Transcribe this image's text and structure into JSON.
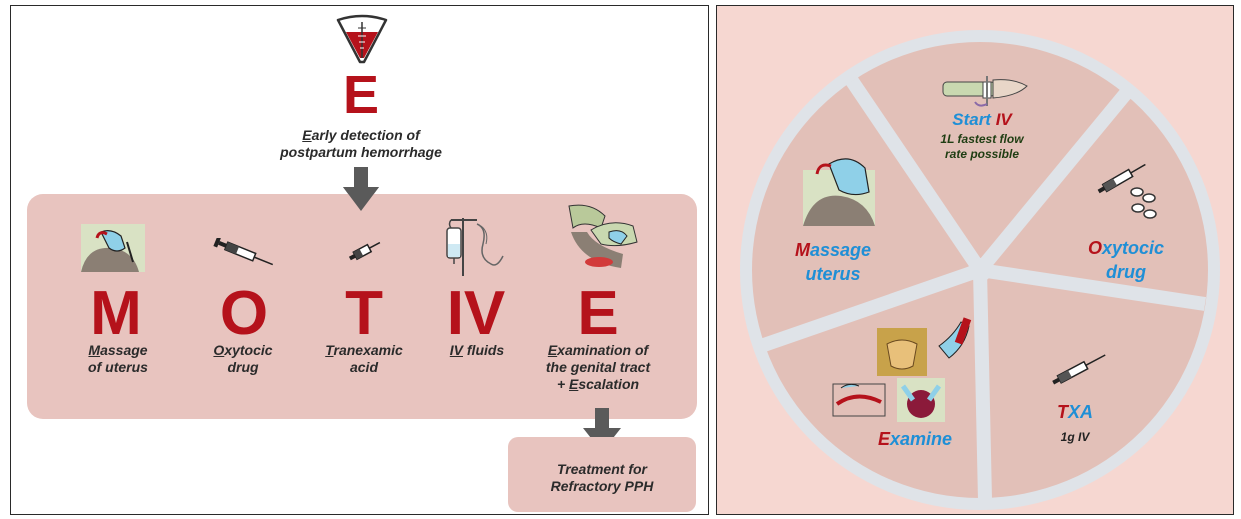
{
  "colors": {
    "red": "#b5121b",
    "blue": "#1f8fd6",
    "band": "#e8c4bf",
    "circle_bg": "#f6d7d1",
    "slice": "#e2c0b8",
    "arrow": "#5a5a5a"
  },
  "top": {
    "icon": "blood-collection-drape-icon",
    "letter": "E",
    "caption_lead": "E",
    "caption_rest": "arly detection of",
    "caption_line2": "postpartum hemorrhage"
  },
  "motive": [
    {
      "letter": "M",
      "icon": "uterine-massage-icon",
      "lead": "M",
      "rest": "assage",
      "line2": "of uterus",
      "line3": ""
    },
    {
      "letter": "O",
      "icon": "syringe-icon",
      "lead": "O",
      "rest": "xytocic",
      "line2": "drug",
      "line3": ""
    },
    {
      "letter": "T",
      "icon": "small-syringe-icon",
      "lead": "T",
      "rest": "ranexamic",
      "line2": "acid",
      "line3": ""
    },
    {
      "letter": "IV",
      "icon": "iv-drip-icon",
      "lead": "IV",
      "rest": " fluids",
      "line2": "",
      "line3": ""
    },
    {
      "letter": "E",
      "icon": "genital-exam-icon",
      "lead": "E",
      "rest": "xamination of",
      "line2": "the genital tract",
      "line3_pre": "+ ",
      "line3_lead": "E",
      "line3_rest": "scalation"
    }
  ],
  "refractory": {
    "line1": "Treatment for",
    "line2": "Refractory PPH"
  },
  "wheel": {
    "start_iv": {
      "lead": "Start ",
      "accent": "IV",
      "sub1": "1L fastest flow",
      "sub2": "rate possible"
    },
    "oxytocic": {
      "lead": "O",
      "rest": "xytocic",
      "line2": "drug"
    },
    "txa": {
      "lead": "T",
      "rest": "XA",
      "sub": "1g IV"
    },
    "examine": {
      "lead": "E",
      "rest": "xamine"
    },
    "massage": {
      "lead": "M",
      "rest": "assage",
      "line2": "uterus"
    }
  }
}
